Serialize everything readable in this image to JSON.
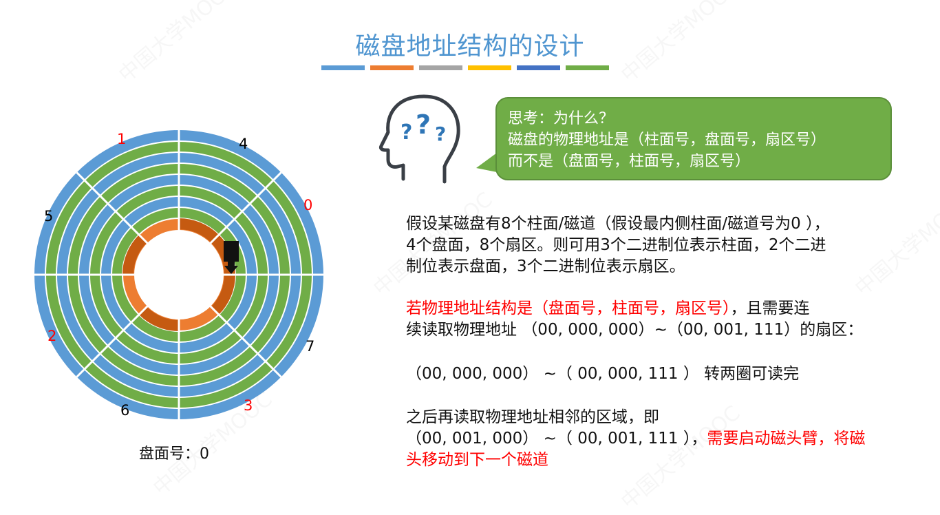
{
  "title": "磁盘地址结构的设计",
  "title_bar_colors": [
    "#5b9bd5",
    "#ed7d31",
    "#a5a5a5",
    "#ffc000",
    "#4472c4",
    "#70ad47"
  ],
  "disk": {
    "caption": "盘面号：0",
    "sector_labels": [
      "1",
      "4",
      "0",
      "5",
      "2",
      "7",
      "6",
      "3"
    ],
    "ring_colors": {
      "blue": "#5b9bd5",
      "green": "#70ad47",
      "orange_light": "#ed7d31",
      "orange_dark": "#c55a11"
    }
  },
  "bubble": {
    "line1": "思考：为什么？",
    "line2": "磁盘的物理地址是（柱面号，盘面号，扇区号）",
    "line3": "而不是（盘面号，柱面号，扇区号）"
  },
  "para1": {
    "line1": "假设某磁盘有8个柱面/磁道（假设最内侧柱面/磁道号为0 ），",
    "line2": "4个盘面，8个扇区。则可用3个二进制位表示柱面，2个二进",
    "line3": "制位表示盘面，3个二进制位表示扇区。"
  },
  "para2": {
    "line1_red": "若物理地址结构是（盘面号，柱面号，扇区号）",
    "line1_black": "，且需要连",
    "line2": "续读取物理地址 （00, 000, 000）~（00, 001, 111）的扇区："
  },
  "para3": "（00, 000, 000） ~（ 00, 000, 111 ） 转两圈可读完",
  "para4": {
    "line1": "之后再读取物理地址相邻的区域，即",
    "line2_black": "（00, 001, 000） ~（ 00, 001, 111 ），",
    "line2_red": "需要启动磁头臂，将磁",
    "line3_red": "头移动到下一个磁道"
  }
}
